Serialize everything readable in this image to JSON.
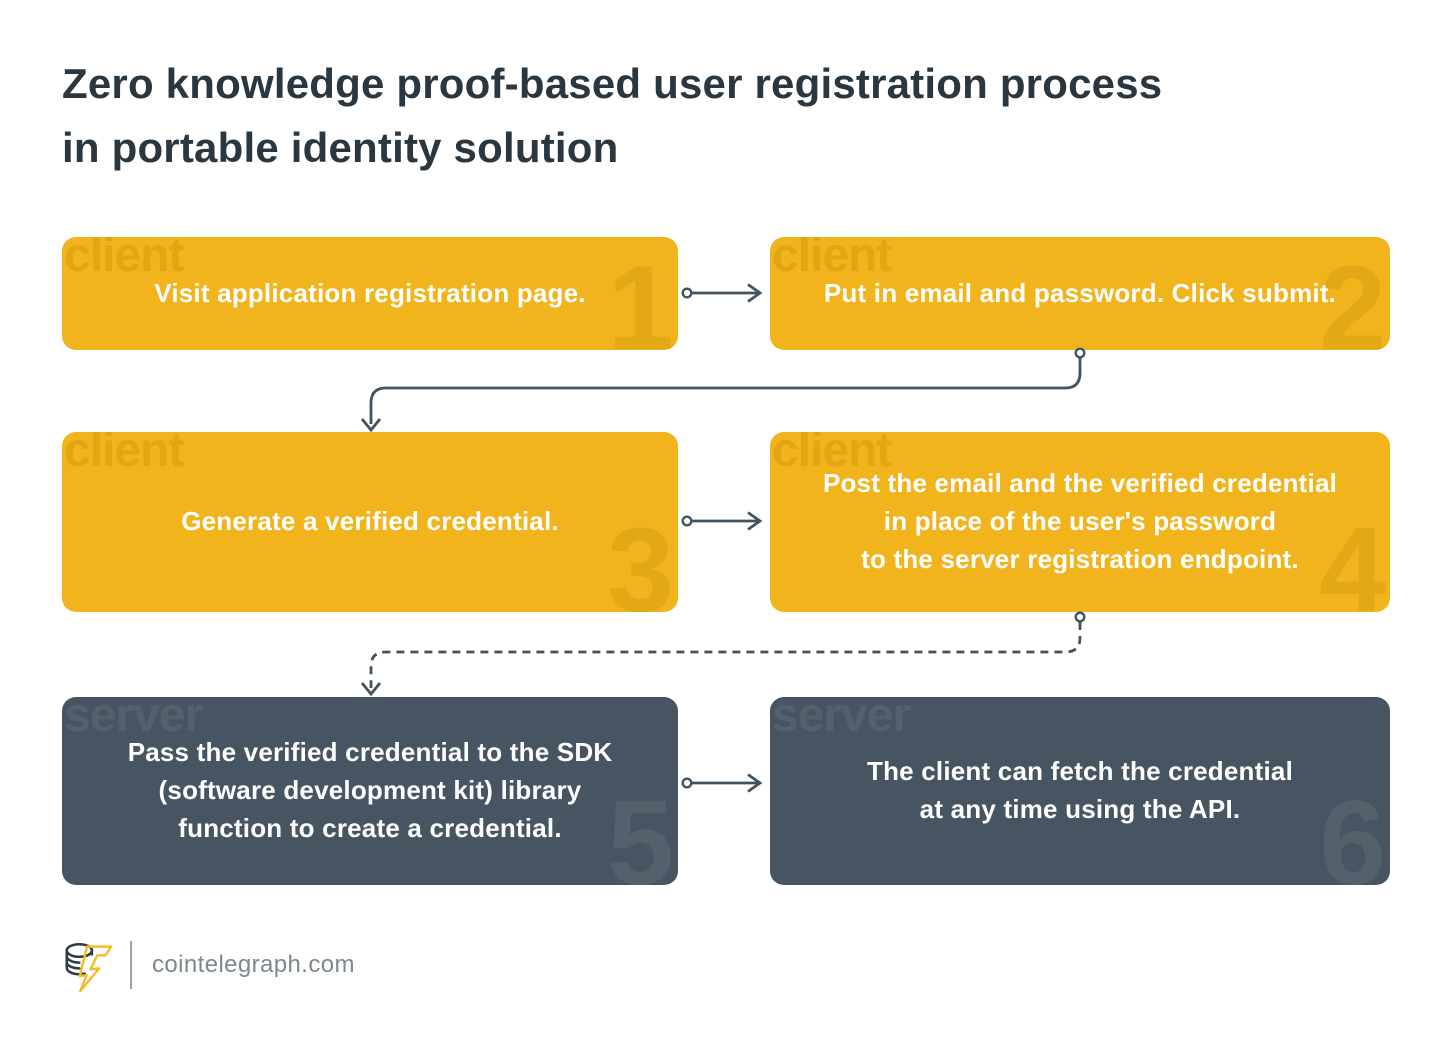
{
  "title": "Zero knowledge proof-based user registration process\nin portable identity solution",
  "steps": [
    {
      "number": "1",
      "role": "client",
      "text": "Visit application registration page."
    },
    {
      "number": "2",
      "role": "client",
      "text": "Put in email and password. Click submit."
    },
    {
      "number": "3",
      "role": "client",
      "text": "Generate a verified credential."
    },
    {
      "number": "4",
      "role": "client",
      "text": "Post the email and the verified credential\nin place of the user's password\nto the server registration endpoint."
    },
    {
      "number": "5",
      "role": "server",
      "text": "Pass the verified credential to the SDK\n(software development kit) library\nfunction to create a credential."
    },
    {
      "number": "6",
      "role": "server",
      "text": "The client can fetch the credential\nat any time using the API."
    }
  ],
  "flow": [
    {
      "from": "1",
      "to": "2",
      "style": "solid"
    },
    {
      "from": "2",
      "to": "3",
      "style": "solid"
    },
    {
      "from": "3",
      "to": "4",
      "style": "solid"
    },
    {
      "from": "4",
      "to": "5",
      "style": "dashed"
    },
    {
      "from": "5",
      "to": "6",
      "style": "solid"
    }
  ],
  "footer": {
    "site_label": "cointelegraph.com"
  },
  "icons": {
    "logo": "cointelegraph-coin-stack-lightning-logo"
  },
  "colors": {
    "client_box": "#f2b41d",
    "server_box": "#465561",
    "title_text": "#2a3640",
    "box_text": "#ffffff",
    "connector": "#42525e",
    "client_watermark": "#e1a612",
    "server_watermark": "#53616c",
    "footer_text": "#7d878e",
    "logo_bolt": "#f5bc26",
    "logo_coin": "#2f3b44"
  }
}
